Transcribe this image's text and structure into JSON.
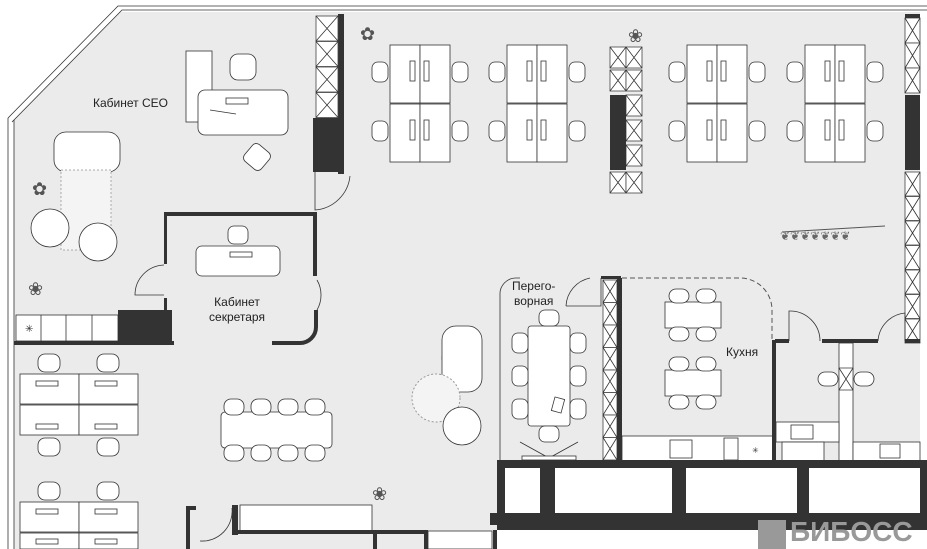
{
  "rooms": {
    "ceo": "Кабинет CEO",
    "secretary_line1": "Кабинет",
    "secretary_line2": "секретаря",
    "meeting_line1": "Перего-",
    "meeting_line2": "ворная",
    "kitchen": "Кухня"
  },
  "watermark": "БИБОСС",
  "colors": {
    "floor": "#ebebeb",
    "wall": "#333333",
    "furniture": "#ffffff"
  }
}
